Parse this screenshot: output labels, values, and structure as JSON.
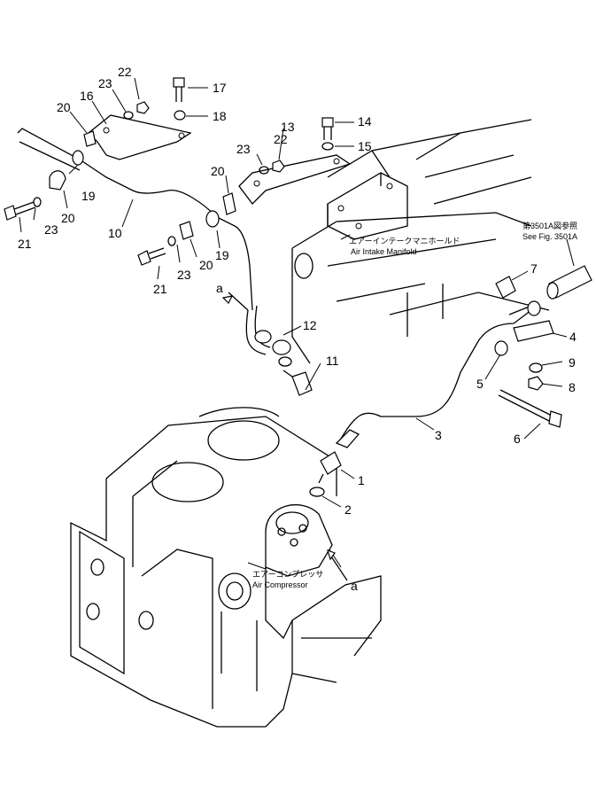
{
  "labels": {
    "p1": "1",
    "p2": "2",
    "p3": "3",
    "p4": "4",
    "p5": "5",
    "p6": "6",
    "p7": "7",
    "p8": "8",
    "p9": "9",
    "p10": "10",
    "p11": "11",
    "p12": "12",
    "p13": "13",
    "p14": "14",
    "p15": "15",
    "p16": "16",
    "p17": "17",
    "p18": "18",
    "p19a": "19",
    "p19b": "19",
    "p20a": "20",
    "p20b": "20",
    "p20c": "20",
    "p20d": "20",
    "p21a": "21",
    "p21b": "21",
    "p22a": "22",
    "p22b": "22",
    "p23a": "23",
    "p23b": "23",
    "p23c": "23",
    "p23d": "23",
    "ref_a_top": "a",
    "ref_a_bottom": "a"
  },
  "captions": {
    "manifold_jp": "エアーインテークマニホールド",
    "manifold_en": "Air Intake Manifold",
    "compressor_jp": "エアーコンプレッサ",
    "compressor_en": "Air Compressor",
    "see_fig_jp": "第3501A図参照",
    "see_fig_en": "See Fig. 3501A"
  }
}
